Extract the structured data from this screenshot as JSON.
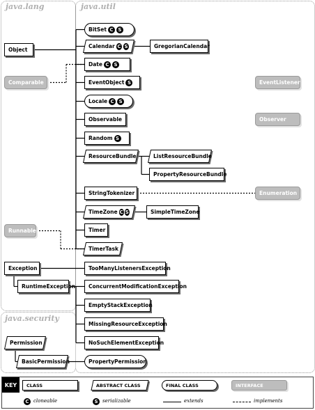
{
  "packages": [
    {
      "id": "lang",
      "title": "java.lang"
    },
    {
      "id": "util",
      "title": "java.util"
    },
    {
      "id": "security",
      "title": "java.security"
    }
  ],
  "nodes": [
    {
      "id": "Object",
      "label": "Object",
      "kind": "class",
      "badges": []
    },
    {
      "id": "Comparable",
      "label": "Comparable",
      "kind": "interface",
      "badges": []
    },
    {
      "id": "Runnable",
      "label": "Runnable",
      "kind": "interface",
      "badges": []
    },
    {
      "id": "Exception",
      "label": "Exception",
      "kind": "class",
      "badges": []
    },
    {
      "id": "RuntimeException",
      "label": "RuntimeException",
      "kind": "class",
      "badges": []
    },
    {
      "id": "Permission",
      "label": "Permission",
      "kind": "abstract",
      "badges": []
    },
    {
      "id": "BasicPermission",
      "label": "BasicPermission",
      "kind": "abstract",
      "badges": []
    },
    {
      "id": "BitSet",
      "label": "BitSet",
      "kind": "final",
      "badges": [
        "C",
        "S"
      ]
    },
    {
      "id": "Calendar",
      "label": "Calendar",
      "kind": "abstract",
      "badges": [
        "C",
        "S"
      ]
    },
    {
      "id": "GregorianCalendar",
      "label": "GregorianCalendar",
      "kind": "class",
      "badges": []
    },
    {
      "id": "Date",
      "label": "Date",
      "kind": "class",
      "badges": [
        "C",
        "S"
      ]
    },
    {
      "id": "EventObject",
      "label": "EventObject",
      "kind": "class",
      "badges": [
        "S"
      ]
    },
    {
      "id": "Locale",
      "label": "Locale",
      "kind": "final",
      "badges": [
        "C",
        "S"
      ]
    },
    {
      "id": "Observable",
      "label": "Observable",
      "kind": "class",
      "badges": []
    },
    {
      "id": "Random",
      "label": "Random",
      "kind": "class",
      "badges": [
        "S"
      ]
    },
    {
      "id": "ResourceBundle",
      "label": "ResourceBundle",
      "kind": "abstract",
      "badges": []
    },
    {
      "id": "ListResourceBundle",
      "label": "ListResourceBundle",
      "kind": "abstract",
      "badges": []
    },
    {
      "id": "PropertyResourceBundle",
      "label": "PropertyResourceBundle",
      "kind": "class",
      "badges": []
    },
    {
      "id": "StringTokenizer",
      "label": "StringTokenizer",
      "kind": "class",
      "badges": []
    },
    {
      "id": "TimeZone",
      "label": "TimeZone",
      "kind": "abstract",
      "badges": [
        "C",
        "S"
      ]
    },
    {
      "id": "SimpleTimeZone",
      "label": "SimpleTimeZone",
      "kind": "class",
      "badges": []
    },
    {
      "id": "Timer",
      "label": "Timer",
      "kind": "class",
      "badges": []
    },
    {
      "id": "TimerTask",
      "label": "TimerTask",
      "kind": "abstract",
      "badges": []
    },
    {
      "id": "TooManyListenersException",
      "label": "TooManyListenersException",
      "kind": "class",
      "badges": []
    },
    {
      "id": "ConcurrentModificationException",
      "label": "ConcurrentModificationException",
      "kind": "class",
      "badges": []
    },
    {
      "id": "EmptyStackException",
      "label": "EmptyStackException",
      "kind": "class",
      "badges": []
    },
    {
      "id": "MissingResourceException",
      "label": "MissingResourceException",
      "kind": "class",
      "badges": []
    },
    {
      "id": "NoSuchElementException",
      "label": "NoSuchElementException",
      "kind": "class",
      "badges": []
    },
    {
      "id": "PropertyPermission",
      "label": "PropertyPermission",
      "kind": "final",
      "badges": []
    },
    {
      "id": "EventListener",
      "label": "EventListener",
      "kind": "interface",
      "badges": []
    },
    {
      "id": "Observer",
      "label": "Observer",
      "kind": "interface",
      "badges": []
    },
    {
      "id": "Enumeration",
      "label": "Enumeration",
      "kind": "interface",
      "badges": []
    }
  ],
  "extends": [
    [
      "Object",
      "BitSet"
    ],
    [
      "Object",
      "Calendar"
    ],
    [
      "Object",
      "Date"
    ],
    [
      "Object",
      "EventObject"
    ],
    [
      "Object",
      "Locale"
    ],
    [
      "Object",
      "Observable"
    ],
    [
      "Object",
      "Random"
    ],
    [
      "Object",
      "ResourceBundle"
    ],
    [
      "Object",
      "StringTokenizer"
    ],
    [
      "Object",
      "TimeZone"
    ],
    [
      "Object",
      "Timer"
    ],
    [
      "Object",
      "TimerTask"
    ],
    [
      "Calendar",
      "GregorianCalendar"
    ],
    [
      "ResourceBundle",
      "ListResourceBundle"
    ],
    [
      "ResourceBundle",
      "PropertyResourceBundle"
    ],
    [
      "TimeZone",
      "SimpleTimeZone"
    ],
    [
      "Exception",
      "RuntimeException"
    ],
    [
      "Exception",
      "TooManyListenersException"
    ],
    [
      "RuntimeException",
      "ConcurrentModificationException"
    ],
    [
      "RuntimeException",
      "EmptyStackException"
    ],
    [
      "RuntimeException",
      "MissingResourceException"
    ],
    [
      "RuntimeException",
      "NoSuchElementException"
    ],
    [
      "Permission",
      "BasicPermission"
    ],
    [
      "BasicPermission",
      "PropertyPermission"
    ]
  ],
  "implements": [
    [
      "Comparable",
      "Date"
    ],
    [
      "Runnable",
      "TimerTask"
    ],
    [
      "StringTokenizer",
      "Enumeration"
    ]
  ],
  "key": {
    "title": "KEY",
    "class_label": "CLASS",
    "abstract_label": "ABSTRACT CLASS",
    "final_label": "FINAL CLASS",
    "interface_label": "INTERFACE",
    "cloneable_badge": "C",
    "cloneable_label": "cloneable",
    "serializable_badge": "S",
    "serializable_label": "serializable",
    "extends_label": "extends",
    "implements_label": "implements"
  },
  "colors": {
    "line": "#000000",
    "interface_fill": "#bdbdbd",
    "shadow": "#6a6a6a"
  }
}
